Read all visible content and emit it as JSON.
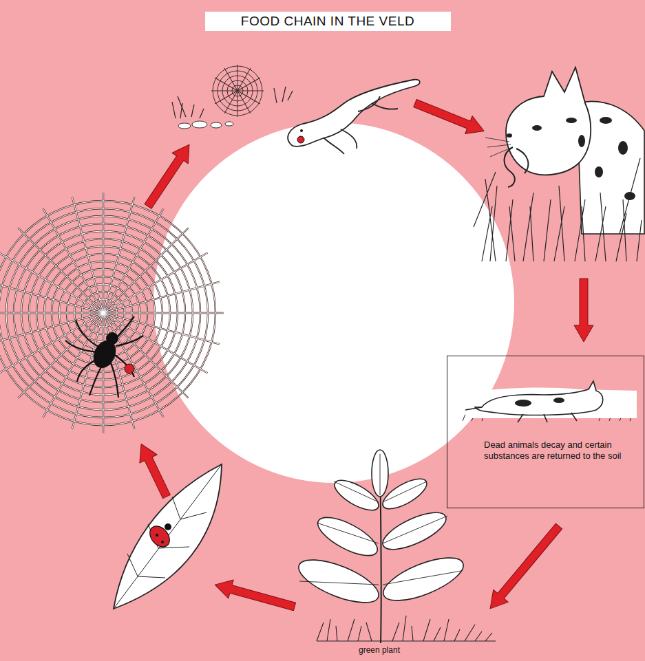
{
  "diagram": {
    "title": "FOOD CHAIN IN THE VELD",
    "nodes": [
      {
        "text": [
          "Dead animals decay and certain substances are returned to the soil"
        ]
      }
    ],
    "labels": [
      "green plant"
    ]
  }
}
